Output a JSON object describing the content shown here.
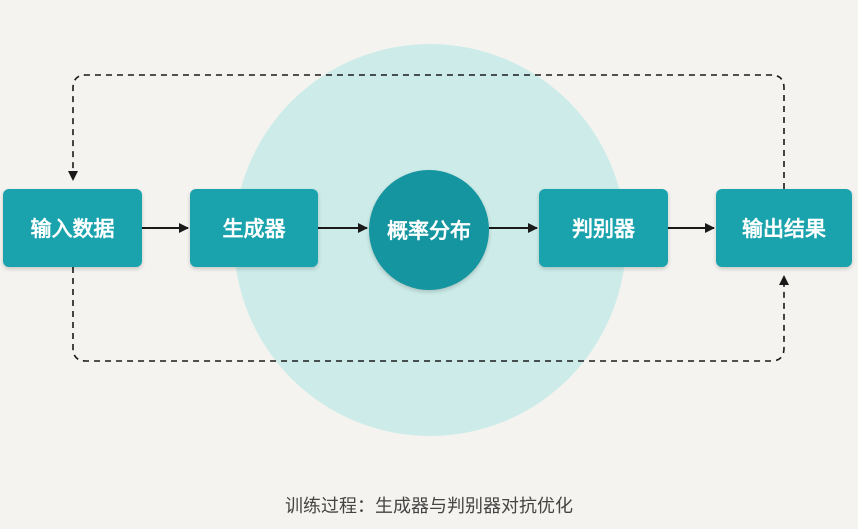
{
  "colors": {
    "background": "#f4f3ef",
    "node_fill": "#1aa3ad",
    "distribution_fill": "#14959f",
    "halo_fill": "#cdece9",
    "edge_color": "#1a1a1a",
    "caption_color": "#444444"
  },
  "nodes": {
    "input": {
      "label": "输入数据"
    },
    "generator": {
      "label": "生成器"
    },
    "distribution": {
      "label": "概率分布"
    },
    "discriminator": {
      "label": "判别器"
    },
    "output": {
      "label": "输出结果"
    }
  },
  "edges": [
    {
      "from": "input",
      "to": "generator",
      "style": "solid"
    },
    {
      "from": "generator",
      "to": "distribution",
      "style": "solid"
    },
    {
      "from": "distribution",
      "to": "discriminator",
      "style": "solid"
    },
    {
      "from": "discriminator",
      "to": "output",
      "style": "solid"
    },
    {
      "from": "output",
      "to": "input",
      "style": "dashed",
      "route": "top"
    },
    {
      "from": "input",
      "to": "output",
      "style": "dashed",
      "route": "bottom"
    }
  ],
  "caption": "训练过程：生成器与判别器对抗优化"
}
